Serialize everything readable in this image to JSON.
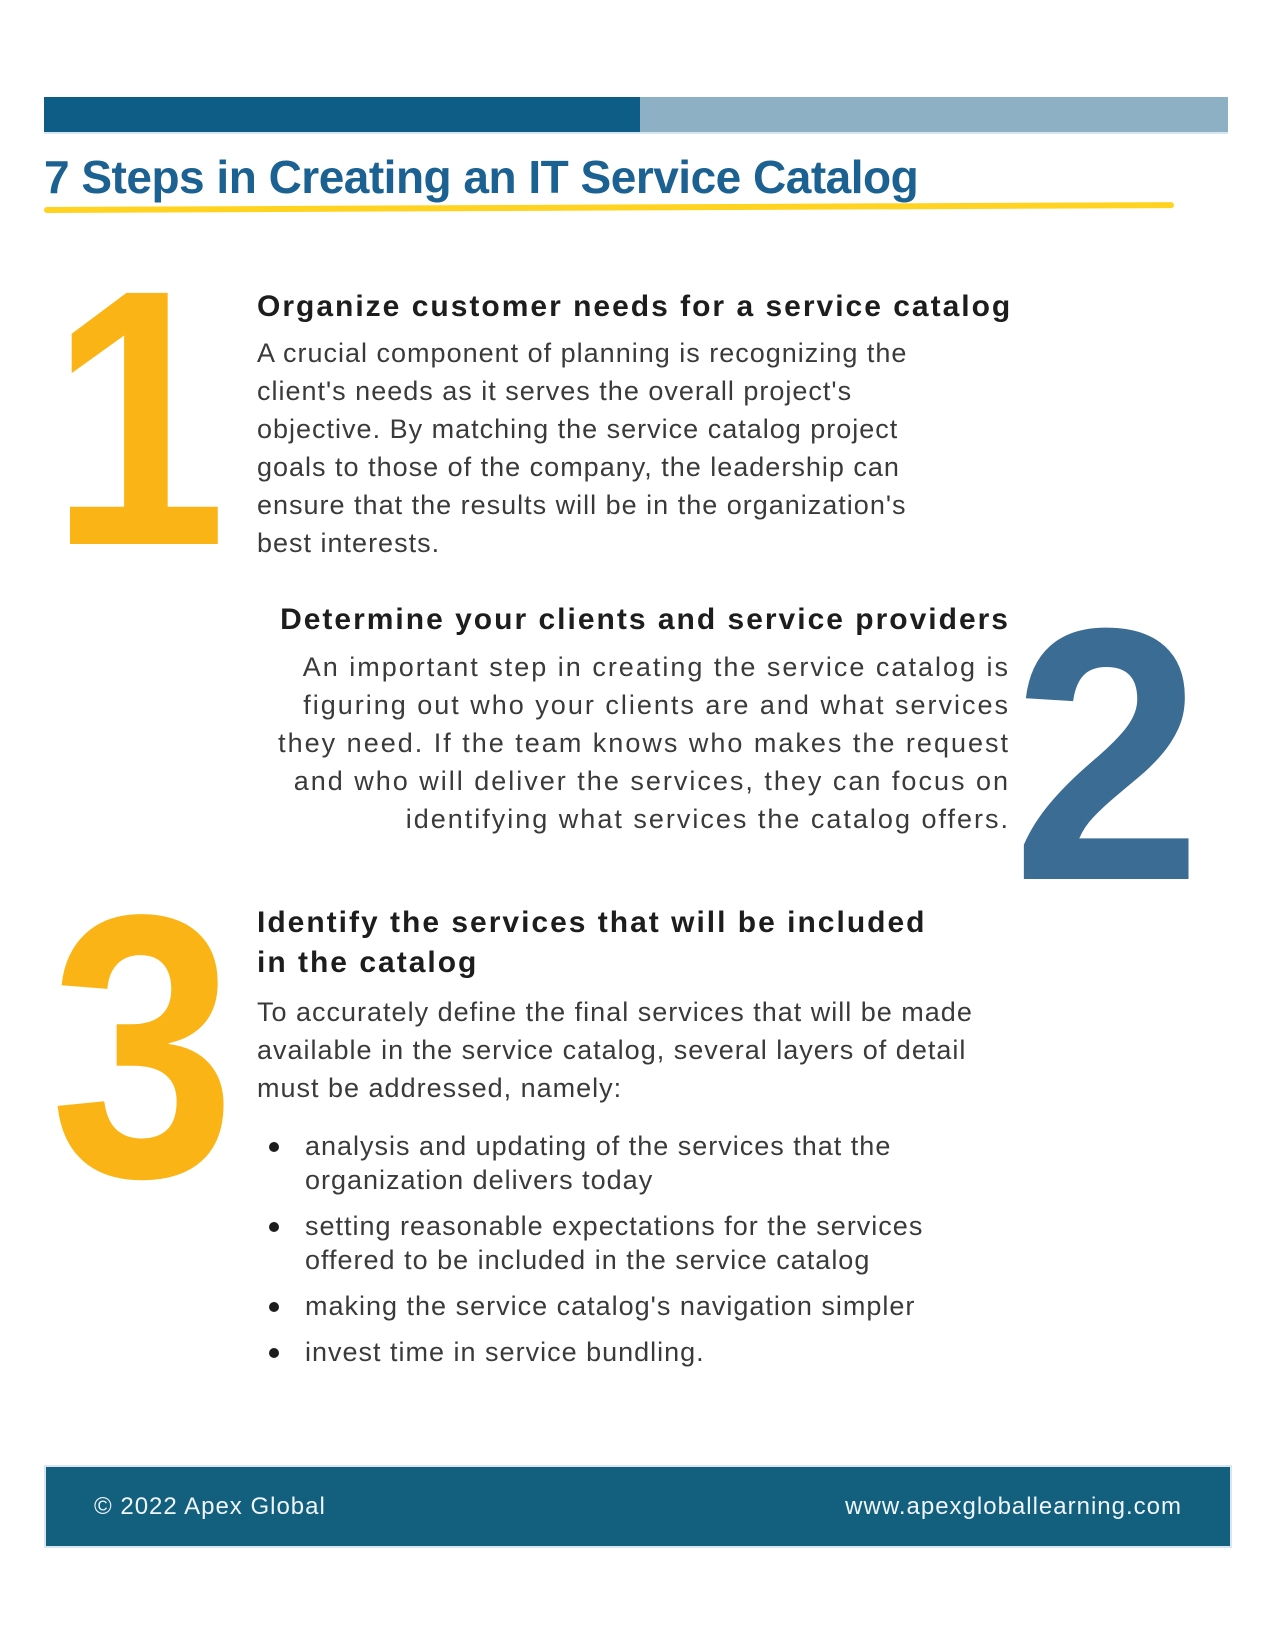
{
  "page": {
    "title": "7 Steps in Creating an IT Service Catalog"
  },
  "colors": {
    "header_bar_dark": "#0E5D87",
    "header_bar_light": "#8EB0C5",
    "title_blue": "#1B6191",
    "underline_yellow": "#FFD320",
    "numeral_yellow": "#FBB415",
    "numeral_blue": "#3A6C94",
    "footer_bg": "#135F7E",
    "body_text": "#3A3A3A"
  },
  "steps": [
    {
      "number": "1",
      "heading": "Organize customer needs for a service catalog",
      "body_lines": [
        "A crucial component of planning is recognizing the",
        "client's needs as it serves the overall project's",
        "objective. By matching the service catalog project",
        "goals to those of the company, the leadership can",
        "ensure that the results will be in the organization's",
        "best interests."
      ]
    },
    {
      "number": "2",
      "heading": "Determine your clients and service providers",
      "body_lines": [
        "An important step in creating the service catalog is",
        "figuring out who your clients are and what services",
        "they need. If the team knows who makes the request",
        "and who will deliver the services, they can focus on",
        "identifying what services the catalog offers."
      ]
    },
    {
      "number": "3",
      "heading_lines": [
        "Identify the services that will be included",
        "in the catalog"
      ],
      "body_lines": [
        "To accurately define the final services that will be made",
        "available in the service catalog, several layers of detail",
        "must be addressed, namely:"
      ],
      "bullets": [
        {
          "lines": [
            "analysis and updating of the services that the",
            "organization delivers today"
          ]
        },
        {
          "lines": [
            "setting reasonable expectations for the services",
            "offered to be included in the service catalog"
          ]
        },
        {
          "lines": [
            "making the service catalog's navigation simpler"
          ]
        },
        {
          "lines": [
            "invest time in service bundling."
          ]
        }
      ]
    }
  ],
  "footer": {
    "copyright": "© 2022 Apex Global",
    "website": "www.apexgloballearning.com"
  }
}
